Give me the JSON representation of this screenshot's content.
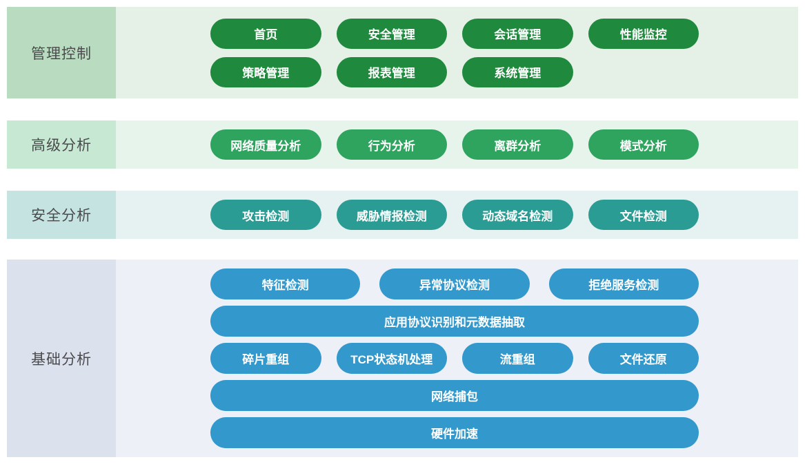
{
  "diagram_title": "network-security-platform-architecture",
  "text_color": "#4a4a4c",
  "pill_text_color": "#ffffff",
  "sections": [
    {
      "id": "management-control",
      "label": "管理控制",
      "label_bg": "#b9dcc1",
      "row_bg": "#e5f1e7",
      "pill_bg": "#1f8a3d",
      "rows": [
        {
          "pills": [
            "首页",
            "安全管理",
            "会话管理",
            "性能监控"
          ]
        },
        {
          "pills": [
            "策略管理",
            "报表管理",
            "系统管理"
          ]
        }
      ]
    },
    {
      "id": "advanced-analysis",
      "label": "高级分析",
      "label_bg": "#c7e8d3",
      "row_bg": "#e7f4ec",
      "pill_bg": "#2ea45f",
      "rows": [
        {
          "pills": [
            "网络质量分析",
            "行为分析",
            "离群分析",
            "模式分析"
          ]
        }
      ]
    },
    {
      "id": "security-analysis",
      "label": "安全分析",
      "label_bg": "#c5e3e0",
      "row_bg": "#e5f2f1",
      "pill_bg": "#2b9c93",
      "rows": [
        {
          "pills": [
            "攻击检测",
            "威胁情报检测",
            "动态域名检测",
            "文件检测"
          ]
        }
      ]
    },
    {
      "id": "basic-analysis",
      "label": "基础分析",
      "label_bg": "#dce1ee",
      "row_bg": "#eef0f8",
      "pill_bg": "#3399cc",
      "rows": [
        {
          "pills": [
            "特征检测",
            "异常协议检测",
            "拒绝服务检测"
          ]
        },
        {
          "pills": [
            "应用协议识别和元数据抽取"
          ]
        },
        {
          "pills": [
            "碎片重组",
            "TCP状态机处理",
            "流重组",
            "文件还原"
          ]
        },
        {
          "pills": [
            "网络捕包"
          ]
        },
        {
          "pills": [
            "硬件加速"
          ]
        }
      ]
    }
  ]
}
